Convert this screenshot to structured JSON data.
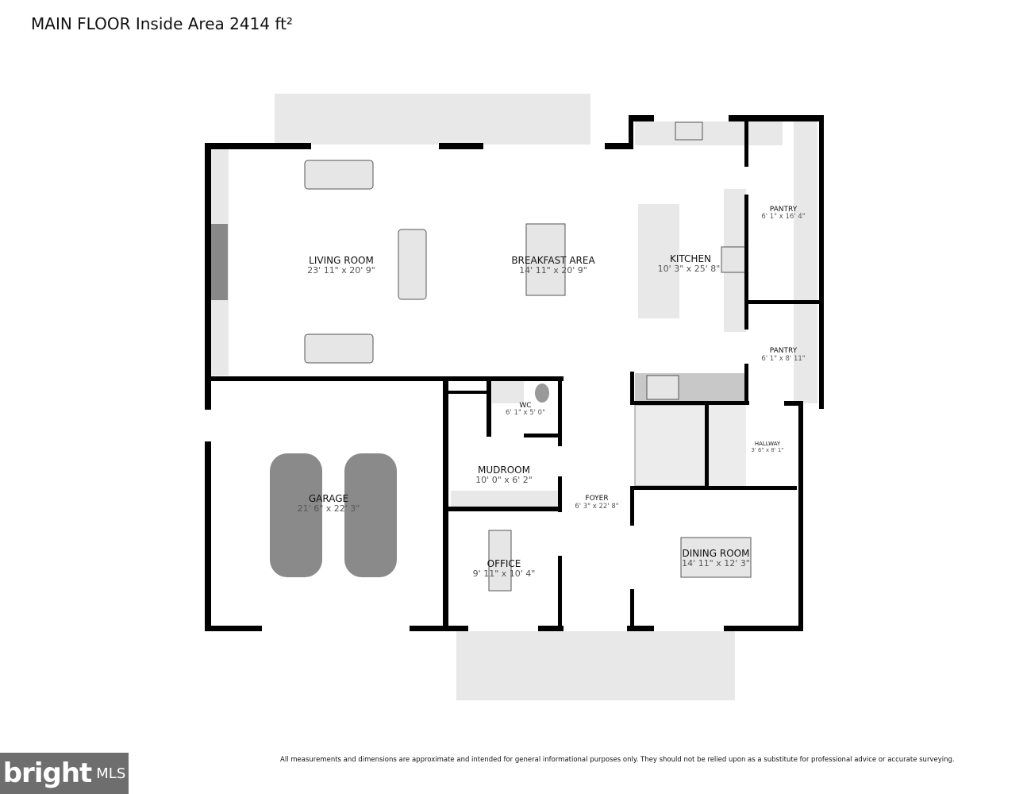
{
  "header": {
    "title": "MAIN FLOOR Inside Area 2414 ft²"
  },
  "rooms": {
    "living": {
      "name": "LIVING ROOM",
      "dims": "23' 11\" x 20' 9\""
    },
    "breakfast": {
      "name": "BREAKFAST AREA",
      "dims": "14' 11\" x 20' 9\""
    },
    "kitchen": {
      "name": "KITCHEN",
      "dims": "10' 3\" x 25' 8\""
    },
    "pantry1": {
      "name": "PANTRY",
      "dims": "6' 1\" x 16' 4\""
    },
    "pantry2": {
      "name": "PANTRY",
      "dims": "6' 1\" x 8' 11\""
    },
    "wc": {
      "name": "WC",
      "dims": "6' 1\" x 5' 0\""
    },
    "mudroom": {
      "name": "MUDROOM",
      "dims": "10' 0\" x 6' 2\""
    },
    "foyer": {
      "name": "FOYER",
      "dims": "6' 3\" x 22' 8\""
    },
    "hallway": {
      "name": "HALLWAY",
      "dims": "3' 6\" x 8' 1\""
    },
    "garage": {
      "name": "GARAGE",
      "dims": "21' 6\" x 22' 3\""
    },
    "office": {
      "name": "OFFICE",
      "dims": "9' 11\" x 10' 4\""
    },
    "dining": {
      "name": "DINING ROOM",
      "dims": "14' 11\" x 12' 3\""
    }
  },
  "footer": {
    "disclaimer": "All measurements and dimensions are approximate and intended for general informational purposes only. They should not be relied upon as a substitute for professional advice or accurate surveying.",
    "logo": {
      "brand": "bright",
      "suffix": "MLS"
    }
  },
  "colors": {
    "wall": "#000000",
    "fixture": "#e6e6e6",
    "patio": "#e8e8e8",
    "logo_bg": "#6e6e6e"
  }
}
